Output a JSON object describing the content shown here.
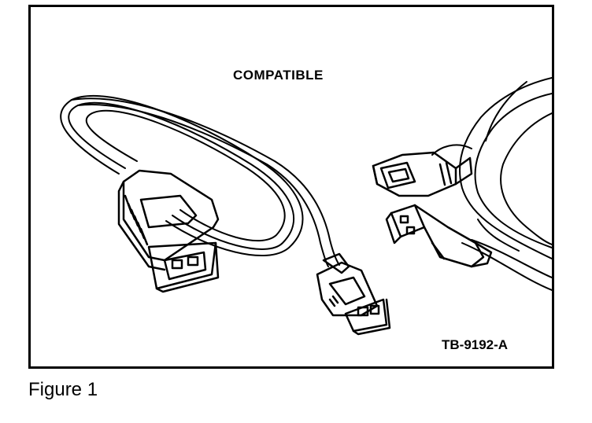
{
  "figure": {
    "heading": "COMPATIBLE",
    "reference_code": "TB-9192-A",
    "caption": "Figure 1"
  },
  "colors": {
    "ink": "#000000",
    "paper": "#ffffff"
  }
}
